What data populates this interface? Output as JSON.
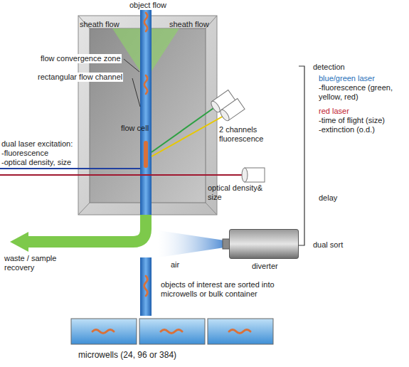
{
  "diagram": {
    "nodes": [
      {
        "text": [
          "flow cell"
        ]
      },
      {
        "text": [
          "diverter"
        ]
      }
    ],
    "labels": [
      "object flow",
      "sheath flow",
      "sheath flow",
      "flow convergence zone",
      "rectangular flow channel",
      "2 channels fluorescence",
      "dual laser excitation:",
      "-fluorescence",
      "-optical density, size",
      "optical density& size",
      "detection",
      "blue/green laser",
      "-fluorescence (green, yellow, red)",
      "red laser",
      "-time of flight (size)",
      "-extinction (o.d.)",
      "delay",
      "dual sort",
      "waste / sample recovery",
      "air",
      "objects of interest are sorted into microwells or bulk container",
      "microwells (24, 96 or 384)"
    ]
  }
}
